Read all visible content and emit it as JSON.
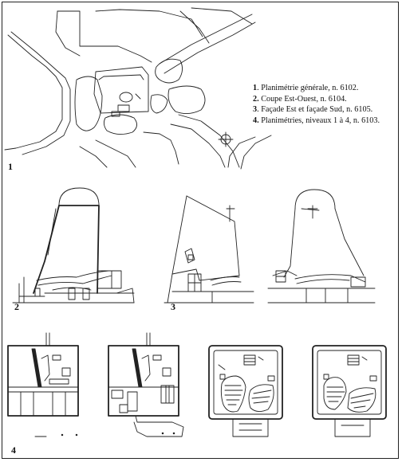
{
  "legend": [
    {
      "num": "1",
      "text": ". Planimétrie générale, n. 6102."
    },
    {
      "num": "2.",
      "text": " Coupe Est-Ouest, n. 6104."
    },
    {
      "num": "3",
      "text": ". Façade Est et façade Sud, n. 6105."
    },
    {
      "num": "4.",
      "text": " Planimétries, niveaux 1 à 4, n. 6103."
    }
  ],
  "figure_numbers": {
    "site_plan": "1",
    "section": "2",
    "facades": "3",
    "plans": "4"
  }
}
